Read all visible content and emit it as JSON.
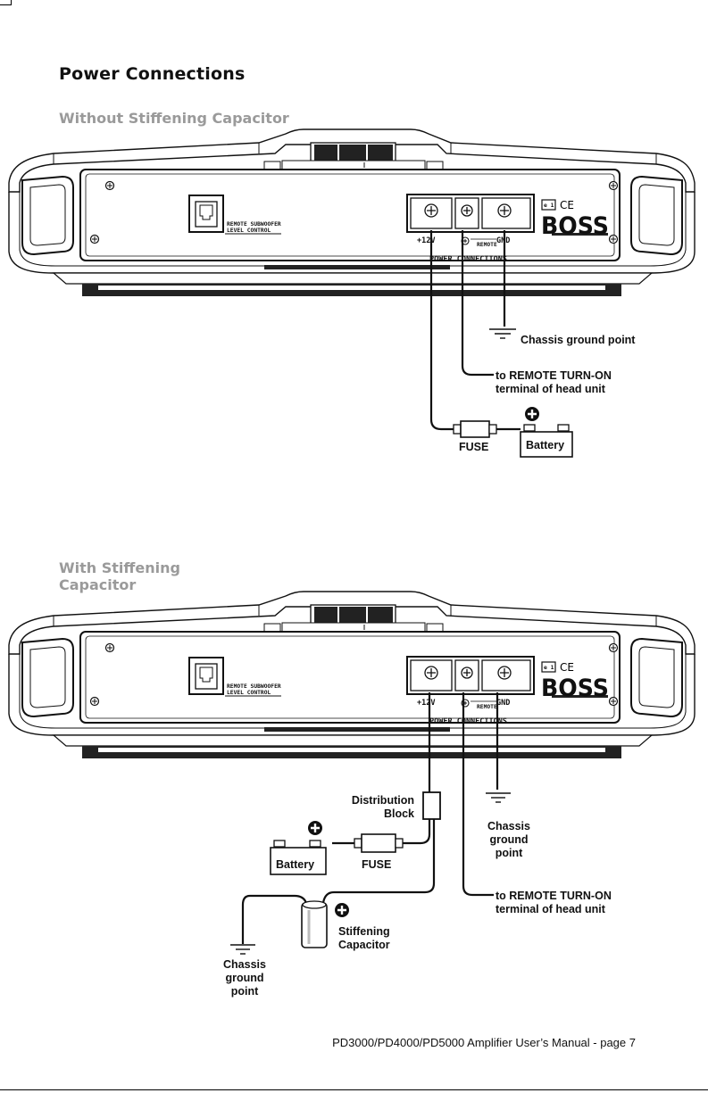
{
  "page": {
    "title": "Power Connections",
    "footer": "PD3000/PD4000/PD5000 Amplifier User’s Manual - page 7"
  },
  "amplifier": {
    "remote_jack_label_1": "REMOTE SUBWOOFER",
    "remote_jack_label_2": "LEVEL CONTROL",
    "terminal_plus": "+12V",
    "terminal_remote": "REMOTE",
    "terminal_gnd": "GND",
    "power_connections": "POWER CONNECTIONS",
    "cert_e": "e 1",
    "cert_ce": "CE",
    "brand": "BOSS"
  },
  "diagram_without": {
    "heading": "Without Stiffening Capacitor",
    "ground_label": "Chassis ground point",
    "remote_line1": "to REMOTE TURN-ON",
    "remote_line2": "terminal of head unit",
    "fuse": "FUSE",
    "battery": "Battery"
  },
  "diagram_with": {
    "heading_line1": "With Stiffening",
    "heading_line2": "Capacitor",
    "distribution_line1": "Distribution",
    "distribution_line2": "Block",
    "ground_line1": "Chassis",
    "ground_line2": "ground",
    "ground_line3": "point",
    "remote_line1": "to REMOTE TURN-ON",
    "remote_line2": "terminal of head unit",
    "fuse": "FUSE",
    "battery": "Battery",
    "capacitor_line1": "Stiffening",
    "capacitor_line2": "Capacitor",
    "cap_ground_line1": "Chassis",
    "cap_ground_line2": "ground",
    "cap_ground_line3": "point"
  }
}
